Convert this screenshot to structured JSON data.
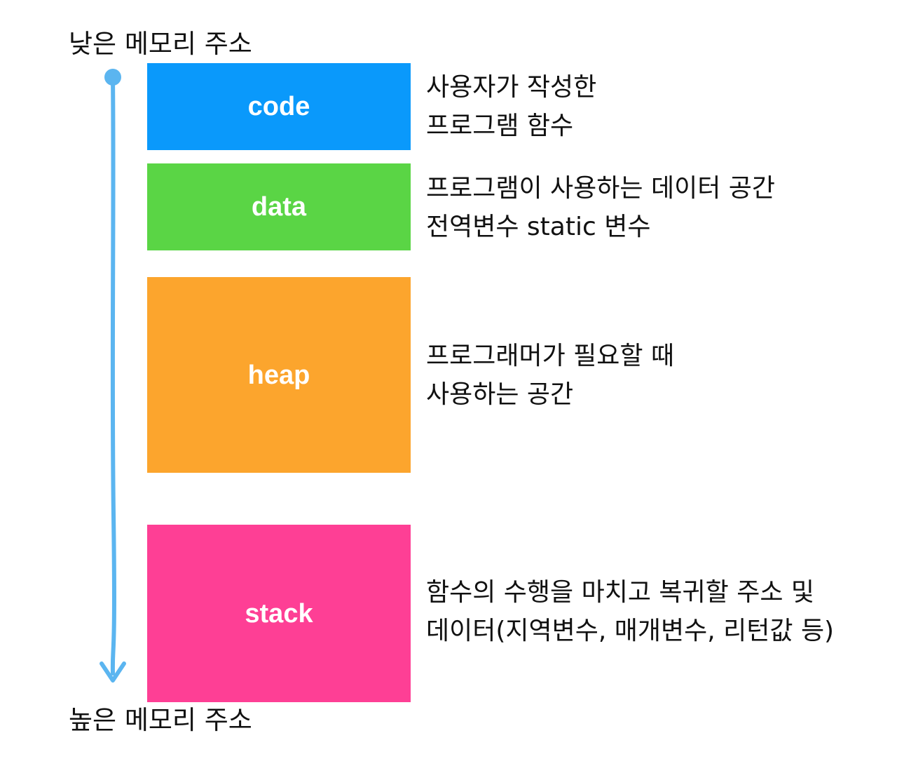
{
  "address_labels": {
    "low": "낮은 메모리 주소",
    "high": "높은 메모리 주소"
  },
  "arrow": {
    "color": "#5bb5f0",
    "direction": "down"
  },
  "segments": [
    {
      "name": "code",
      "color": "#0a99fb",
      "description": [
        "사용자가 작성한",
        "프로그램 함수"
      ]
    },
    {
      "name": "data",
      "color": "#5ad545",
      "description": [
        "프로그램이 사용하는 데이터 공간",
        "전역변수 static 변수"
      ]
    },
    {
      "name": "heap",
      "color": "#fca52d",
      "description": [
        "프로그래머가 필요할 때",
        "사용하는 공간"
      ]
    },
    {
      "name": "stack",
      "color": "#fe3f95",
      "description": [
        "함수의 수행을 마치고 복귀할 주소 및",
        "데이터(지역변수, 매개변수, 리턴값 등)"
      ]
    }
  ]
}
